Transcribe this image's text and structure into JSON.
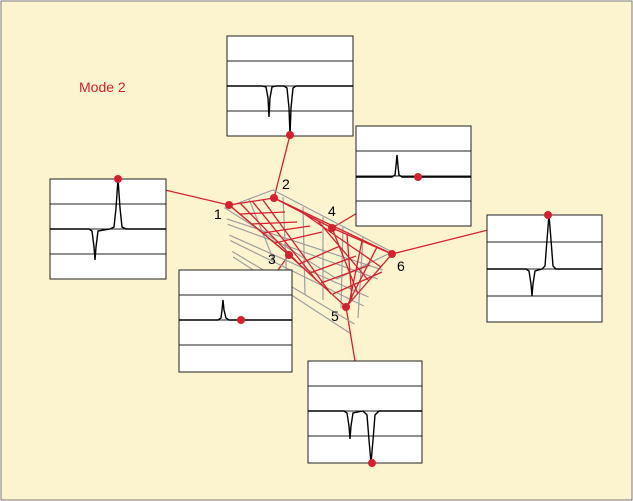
{
  "title": "Mode 2",
  "colors": {
    "background": "#fcf4cf",
    "border": "#7a7a7a",
    "accent": "#d6202f",
    "grid_undeformed": "#9e9e9e",
    "trace": "#000000",
    "panel_bg": "#ffffff",
    "panel_line": "#222222"
  },
  "points": [
    {
      "id": "1",
      "label": "1"
    },
    {
      "id": "2",
      "label": "2"
    },
    {
      "id": "3",
      "label": "3"
    },
    {
      "id": "4",
      "label": "4"
    },
    {
      "id": "5",
      "label": "5"
    },
    {
      "id": "6",
      "label": "6"
    }
  ],
  "panels": [
    {
      "id": "top"
    },
    {
      "id": "left"
    },
    {
      "id": "upper-right"
    },
    {
      "id": "right"
    },
    {
      "id": "lower-left"
    },
    {
      "id": "bottom"
    }
  ]
}
